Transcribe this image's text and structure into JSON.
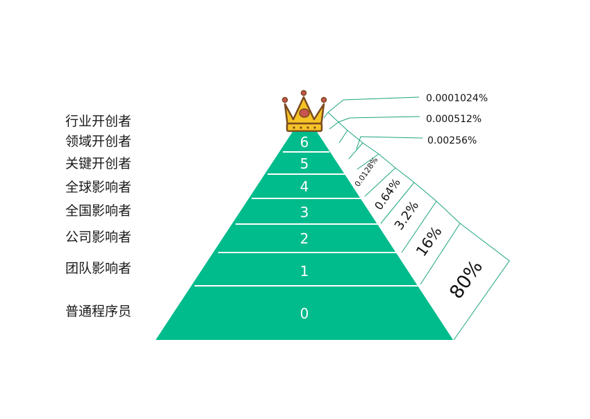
{
  "diagram": {
    "colors": {
      "pyramid_fill": "#00BB8C",
      "divider": "#FFFFFF",
      "bracket_line": "#1AA37E",
      "label_text": "#1A1A1A",
      "crown_gold": "#F6C327",
      "crown_outline": "#7A4A1E",
      "crown_gem": "#C7544E"
    },
    "levels": [
      {
        "number": "6",
        "label": "行业开创者"
      },
      {
        "number": "5",
        "label": "领域开创者"
      },
      {
        "number": "4",
        "label": "关键开创者"
      },
      {
        "number": "3",
        "label": "全球影响者"
      },
      {
        "number": "2",
        "label": "全国影响者"
      },
      {
        "number": "1",
        "label": "公司影响者"
      },
      {
        "number": "0",
        "label": "团队影响者"
      },
      {
        "number": "",
        "label": "普通程序员"
      }
    ],
    "percentages": {
      "outside": [
        "0.0001024%",
        "0.000512%",
        "0.00256%"
      ],
      "inside": [
        "0.0128%",
        "0.64%",
        "3.2%",
        "16%",
        "80%"
      ]
    },
    "icons": {
      "top": "crown-icon"
    }
  }
}
